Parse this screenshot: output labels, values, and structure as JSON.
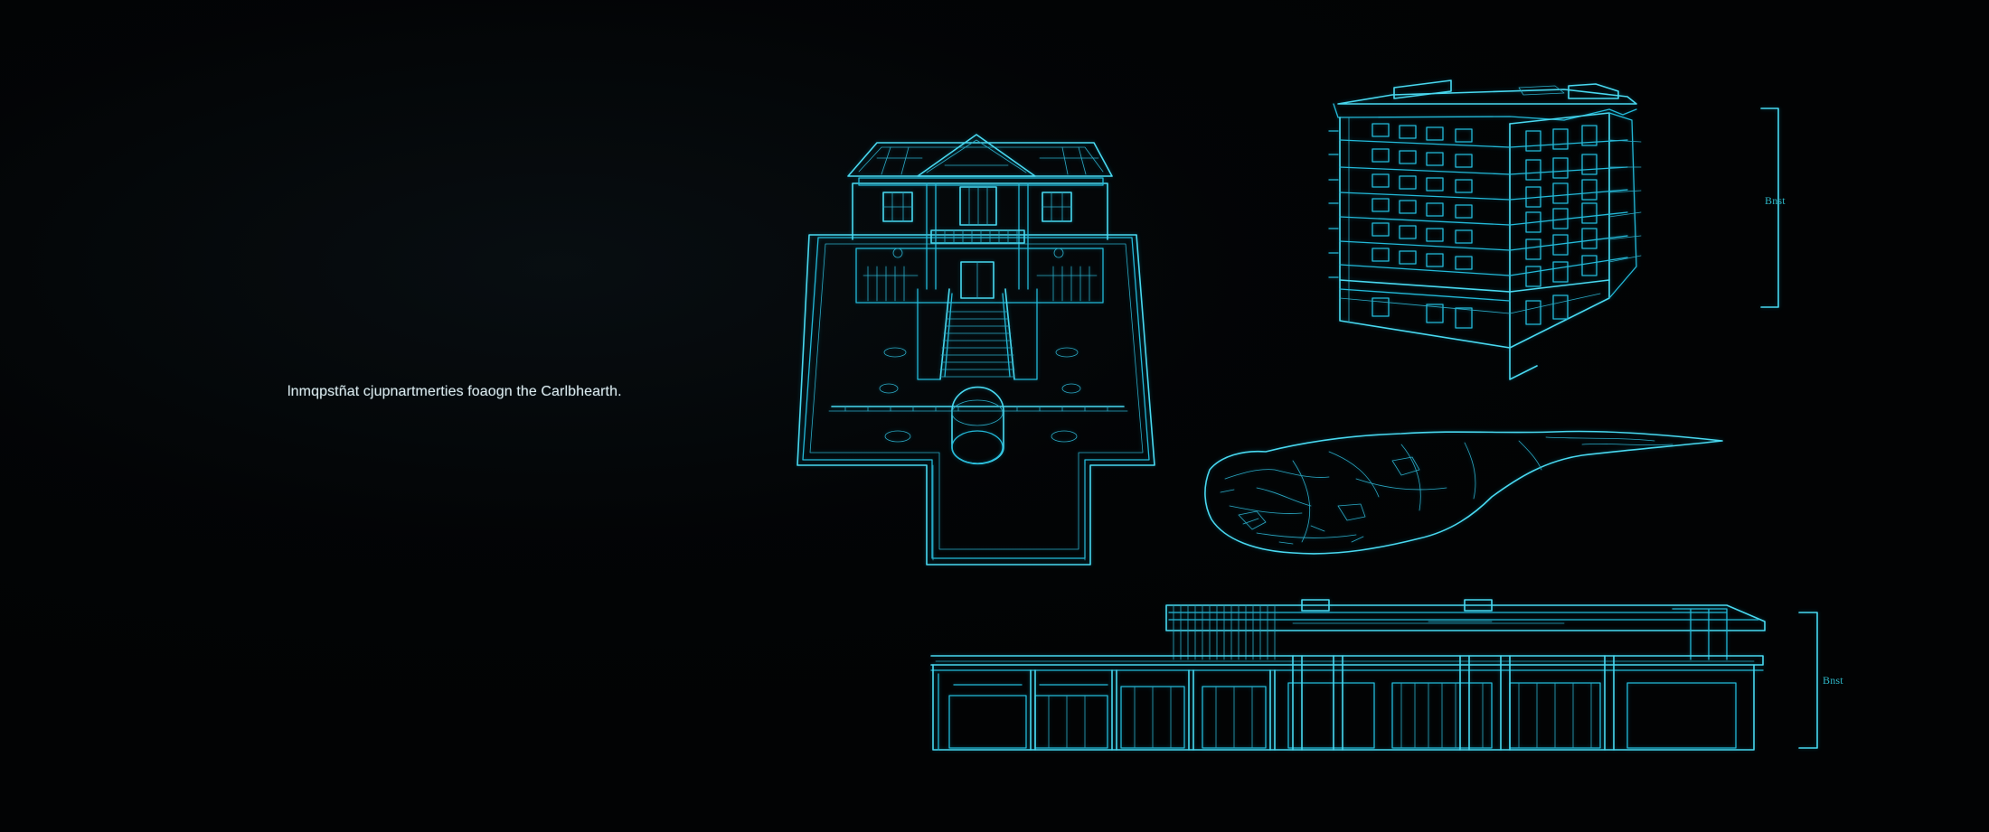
{
  "scene": {
    "background": "#020304",
    "line_color": "#23b9d8"
  },
  "caption": {
    "text": "lnmqpstñat cjupnartmerties foaogn the Carlbhearth."
  },
  "scale_labels": {
    "top": "Bnst",
    "bottom": "Bnst"
  },
  "drawings": [
    {
      "name": "villa-blueprint-icon"
    },
    {
      "name": "apartment-tower-blueprint-icon"
    },
    {
      "name": "island-terrain-map-icon"
    },
    {
      "name": "commercial-complex-blueprint-icon"
    }
  ]
}
